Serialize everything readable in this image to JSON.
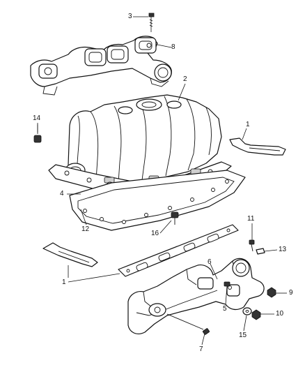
{
  "diagram": {
    "callouts": [
      {
        "id": "c3",
        "text": "3"
      },
      {
        "id": "c8",
        "text": "8"
      },
      {
        "id": "c2",
        "text": "2"
      },
      {
        "id": "c14",
        "text": "14"
      },
      {
        "id": "c1a",
        "text": "1"
      },
      {
        "id": "c4",
        "text": "4"
      },
      {
        "id": "c12",
        "text": "12"
      },
      {
        "id": "c16",
        "text": "16"
      },
      {
        "id": "c11",
        "text": "11"
      },
      {
        "id": "c13",
        "text": "13"
      },
      {
        "id": "c6",
        "text": "6"
      },
      {
        "id": "c1b",
        "text": "1"
      },
      {
        "id": "c9",
        "text": "9"
      },
      {
        "id": "c5",
        "text": "5"
      },
      {
        "id": "c10",
        "text": "10"
      },
      {
        "id": "c15",
        "text": "15"
      },
      {
        "id": "c7",
        "text": "7"
      }
    ]
  }
}
